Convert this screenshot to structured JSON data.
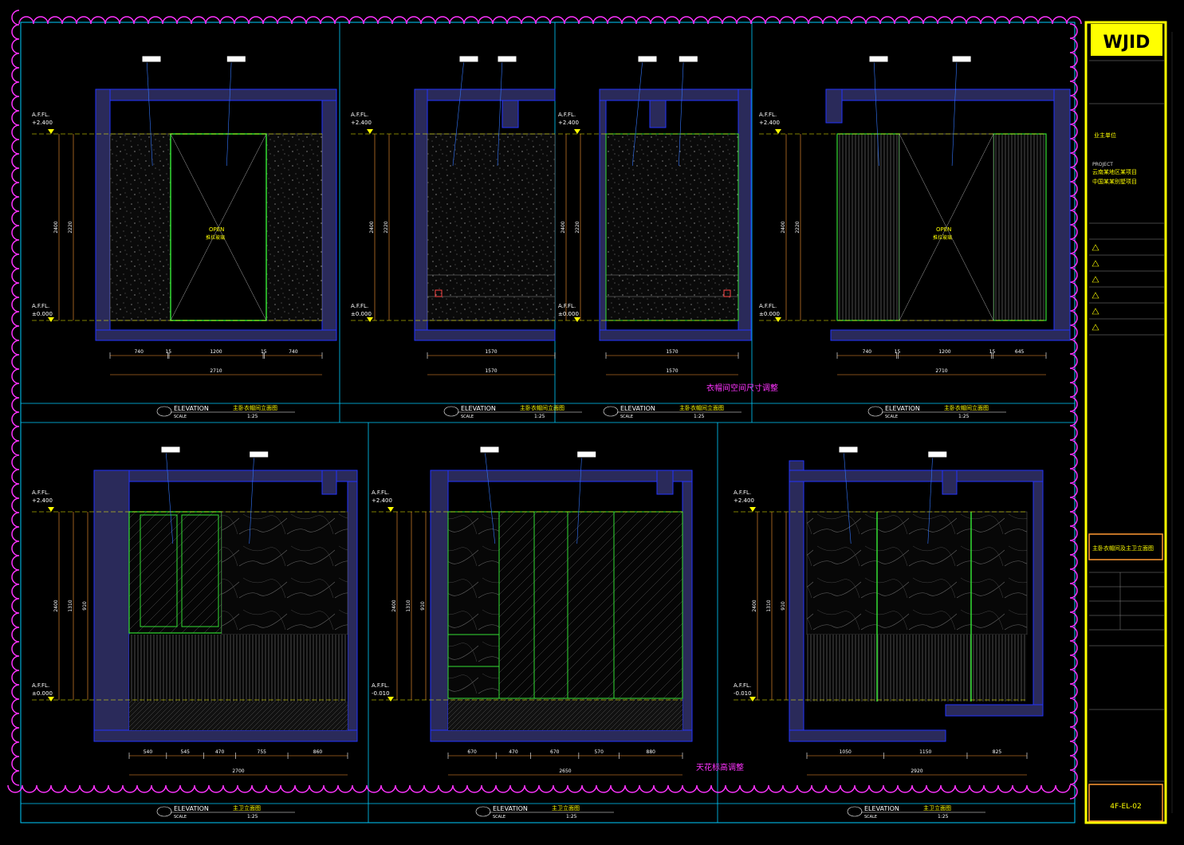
{
  "brand": {
    "logo": "WJID",
    "accent": "#ffff00"
  },
  "colors": {
    "wall": "#2a2a5a",
    "wall_edge": "#2233ff",
    "green": "#33dd33",
    "blue": "#3377ff",
    "yellow": "#ffff00",
    "magenta": "#ff33ff",
    "cyan": "#00ccff",
    "orange": "#ff9933"
  },
  "levels": {
    "top_label": "A.F.FL.",
    "top_value": "+2.400",
    "bottom_label": "A.F.FL.",
    "bottom_value": "±0.000",
    "bottom_value_alt": "-0.010"
  },
  "elevation_word": "ELEVATION",
  "scale_word": "SCALE",
  "elevations_top": [
    {
      "title": "主卧衣帽间立面图",
      "scale": "1:25",
      "open_label": "OPEN",
      "open_cn": "推拉玻璃",
      "dims": [
        "740",
        "15",
        "1200",
        "15",
        "740"
      ],
      "total": "2710",
      "v_dims": [
        "2400",
        "2220"
      ]
    },
    {
      "title": "主卧衣帽间立面图",
      "scale": "1:25",
      "dims": [
        "1570"
      ],
      "total": "1570",
      "v_dims": [
        "2400",
        "2220"
      ]
    },
    {
      "title": "主卧衣帽间立面图",
      "scale": "1:25",
      "dims": [
        "1570"
      ],
      "total": "1570",
      "v_dims": [
        "2400",
        "2220"
      ]
    },
    {
      "title": "主卧衣帽间立面图",
      "scale": "1:25",
      "open_label": "OPEN",
      "open_cn": "推拉玻璃",
      "dims": [
        "740",
        "15",
        "1200",
        "15",
        "645"
      ],
      "total": "2710",
      "v_dims": [
        "2400",
        "2220"
      ]
    }
  ],
  "elevations_bottom": [
    {
      "title": "主卫立面图",
      "scale": "1:25",
      "dims": [
        "540",
        "545",
        "470",
        "755",
        "860"
      ],
      "total": "2700",
      "v_dims": [
        "2400",
        "1310",
        "910"
      ]
    },
    {
      "title": "主卫立面图",
      "scale": "1:25",
      "dims": [
        "670",
        "470",
        "670",
        "570",
        "880"
      ],
      "total": "2650",
      "v_dims": [
        "2400",
        "1310",
        "910"
      ]
    },
    {
      "title": "主卫立面图",
      "scale": "1:25",
      "dims": [
        "1050",
        "1150",
        "825"
      ],
      "total": "2920",
      "v_dims": [
        "2400",
        "1310",
        "910"
      ]
    }
  ],
  "notes": {
    "revise_top": "衣帽间空间尺寸调整",
    "revise_bottom": "天花标高调整"
  },
  "title_block": {
    "client_cn": "业主单位",
    "project_label": "PROJECT",
    "project_cn_1": "云南某地区某项目",
    "project_cn_2": "中国某某别墅项目",
    "drawing_title": "主卧衣帽间及主卫立面图",
    "drawing_no": "4F-EL-02"
  }
}
